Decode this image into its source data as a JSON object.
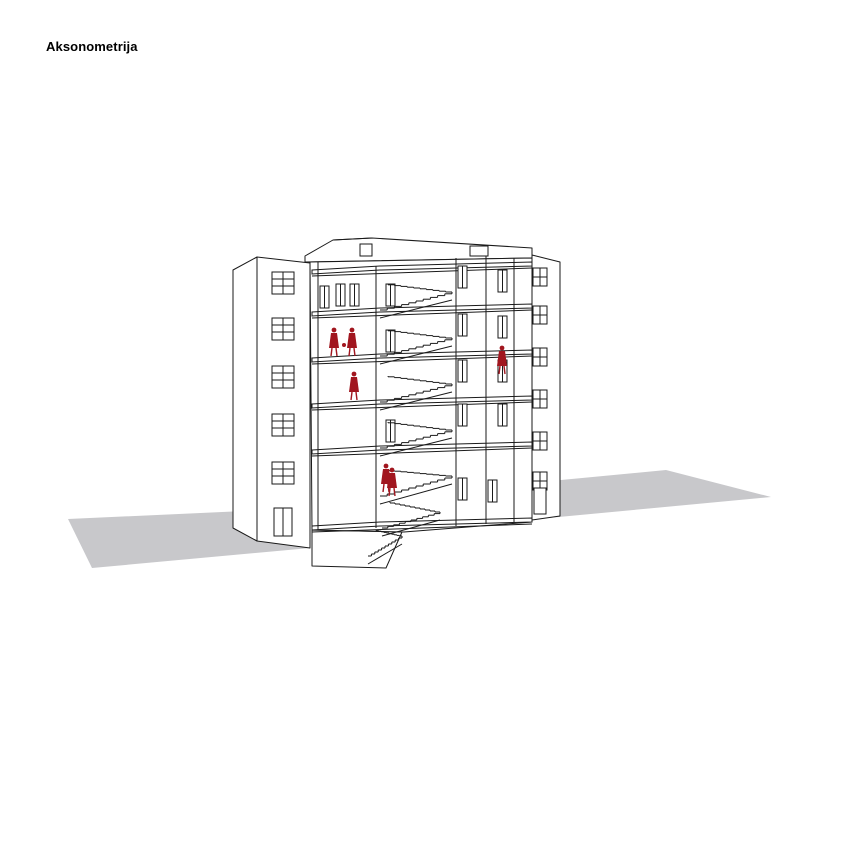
{
  "page": {
    "title": "Aksonometrija"
  },
  "colors": {
    "ground": "#c8c8cb",
    "line": "#1a1a1a",
    "fill": "#ffffff",
    "figure": "#a1161f"
  },
  "drawing": {
    "subject": "building-section-axonometric",
    "floors": 6,
    "figures": 6
  }
}
